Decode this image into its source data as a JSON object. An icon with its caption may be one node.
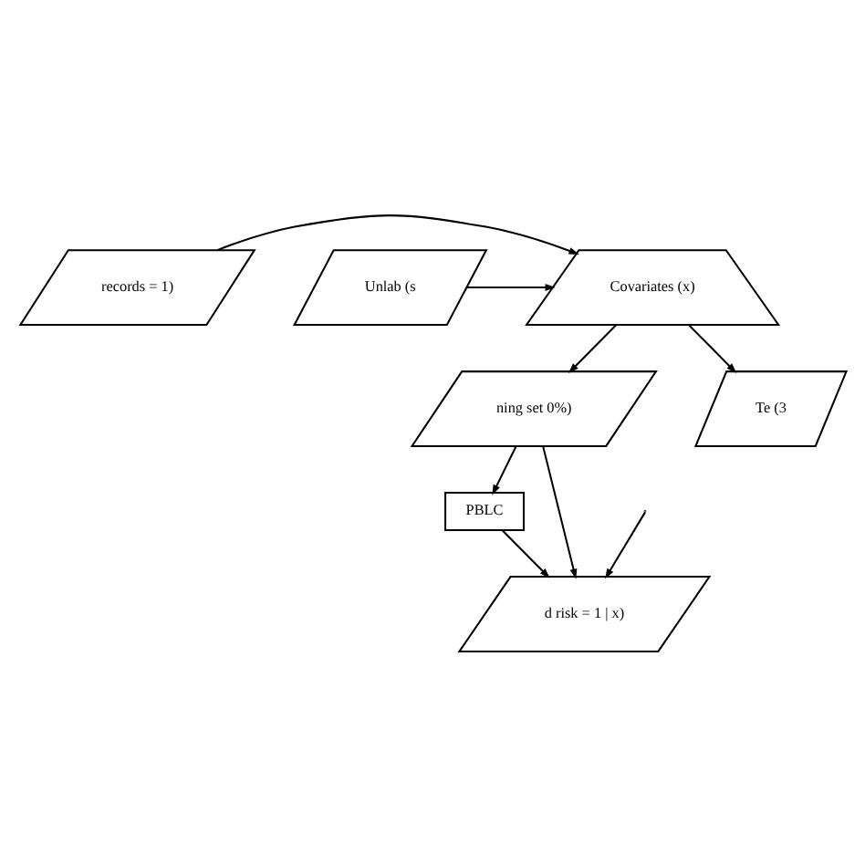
{
  "diagram": {
    "nodes": [
      {
        "text": [
          "records = 1)"
        ]
      },
      {
        "text": [
          "Covariates (x)"
        ]
      },
      {
        "text": [
          "Unlab (s"
        ]
      },
      {
        "text": [
          "ning set 0%)"
        ]
      },
      {
        "text": [
          "Te (3"
        ]
      },
      {
        "text": [
          "PBLC"
        ]
      },
      {
        "text": [
          "d risk = 1 | x)"
        ]
      }
    ],
    "edges": [
      {
        "from": 0,
        "to": 1,
        "arrow": "to"
      },
      {
        "from": 2,
        "to": 1,
        "arrow": "to"
      },
      {
        "from": 1,
        "to": 3,
        "arrow": "to"
      },
      {
        "from": 1,
        "to": 4,
        "arrow": "to"
      },
      {
        "from": 3,
        "to": 5,
        "arrow": "to"
      },
      {
        "from": 3,
        "to": 6,
        "arrow": "to"
      },
      {
        "from": 5,
        "to": 6,
        "arrow": "to"
      },
      {
        "from": null,
        "to": 6,
        "arrow": "to"
      }
    ]
  }
}
